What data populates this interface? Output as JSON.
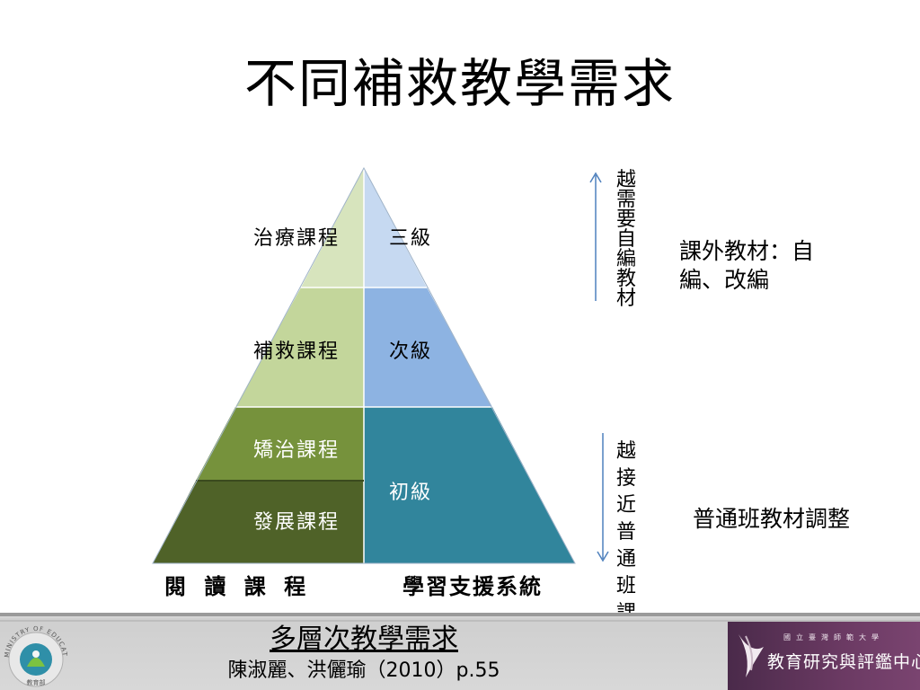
{
  "title": "不同補救教學需求",
  "pyramid": {
    "left_labels": [
      "治療課程",
      "補救課程",
      "矯治課程",
      "發展課程"
    ],
    "right_labels": [
      "三級",
      "次級",
      "初級"
    ],
    "bottom_left": "閱 讀 課 程",
    "bottom_right": "學習支援系統",
    "colors": {
      "left_top": "#d7e4bd",
      "left_mid": "#c3d69b",
      "left_low": "#76923c",
      "left_base": "#4f6228",
      "right_top": "#c6d9f1",
      "right_mid": "#8db3e2",
      "right_base": "#31859c"
    }
  },
  "arrows": {
    "up_text": "越需要自編教材",
    "down_text": "越接近普通班課程",
    "color": "#4f81bd"
  },
  "side_notes": {
    "top": "課外教材：自編、改編",
    "bottom": "普通班教材調整"
  },
  "footer": {
    "ref_title": "多層次教學需求",
    "ref_cite": "陳淑麗、洪儷瑜（2010）p.55",
    "logo_small": "國立臺灣師範大學",
    "logo_big": "教育研究與評鑑中心",
    "emblem_text": "MINISTRY OF EDUCATION",
    "emblem_inner": "教育部"
  }
}
